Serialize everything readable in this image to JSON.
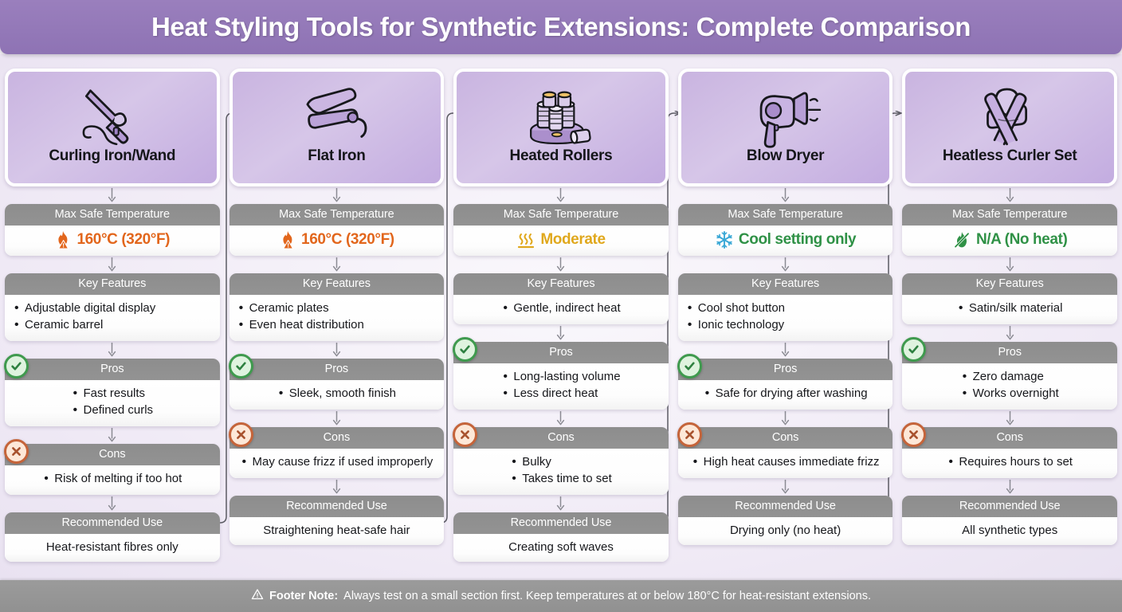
{
  "header": {
    "title": "Heat Styling Tools for Synthetic Extensions: Complete Comparison",
    "accent_color": "#8e73b4"
  },
  "section_labels": {
    "temperature": "Max Safe Temperature",
    "features": "Key Features",
    "pros": "Pros",
    "cons": "Cons",
    "recommended": "Recommended Use"
  },
  "icons": {
    "pros_badge": "check-circle-icon",
    "cons_badge": "x-circle-icon",
    "footer": "warning-triangle-icon",
    "step_arrow": "arrow-down-icon",
    "flow_arrow": "arrow-right-icon"
  },
  "columns": [
    {
      "id": "curling-iron-wand",
      "name": "Curling Iron/Wand",
      "icon": "curling-iron-icon",
      "temperature": {
        "icon": "fire-warning-icon",
        "value": "160°C (320°F)",
        "color": "#e2661c"
      },
      "features": [
        "Adjustable digital display",
        "Ceramic barrel"
      ],
      "pros": [
        "Fast results",
        "Defined curls"
      ],
      "cons": [
        "Risk of melting if too hot"
      ],
      "recommended": "Heat-resistant fibres only"
    },
    {
      "id": "flat-iron",
      "name": "Flat Iron",
      "icon": "flat-iron-icon",
      "temperature": {
        "icon": "fire-warning-icon",
        "value": "160°C (320°F)",
        "color": "#e2661c"
      },
      "features": [
        "Ceramic plates",
        "Even heat distribution"
      ],
      "pros": [
        "Sleek, smooth finish"
      ],
      "cons": [
        "May cause frizz if used improperly"
      ],
      "recommended": "Straightening heat-safe hair"
    },
    {
      "id": "heated-rollers",
      "name": "Heated Rollers",
      "icon": "heated-rollers-icon",
      "temperature": {
        "icon": "heat-waves-icon",
        "value": "Moderate",
        "color": "#e0a81d"
      },
      "features": [
        "Gentle, indirect heat"
      ],
      "pros": [
        "Long-lasting volume",
        "Less direct heat"
      ],
      "cons": [
        "Bulky",
        "Takes time to set"
      ],
      "recommended": "Creating soft waves"
    },
    {
      "id": "blow-dryer",
      "name": "Blow Dryer",
      "icon": "blow-dryer-icon",
      "temperature": {
        "icon": "snowflake-icon",
        "value": "Cool setting only",
        "color": "#2f9146"
      },
      "features": [
        "Cool shot button",
        "Ionic technology"
      ],
      "pros": [
        "Safe for drying after washing"
      ],
      "cons": [
        "High heat causes immediate frizz"
      ],
      "recommended": "Drying only (no heat)"
    },
    {
      "id": "heatless-curler-set",
      "name": "Heatless Curler Set",
      "icon": "heatless-curler-icon",
      "temperature": {
        "icon": "no-fire-icon",
        "value": "N/A (No heat)",
        "color": "#2f9146"
      },
      "features": [
        "Satin/silk material"
      ],
      "pros": [
        "Zero damage",
        "Works overnight"
      ],
      "cons": [
        "Requires hours to set"
      ],
      "recommended": "All synthetic types"
    }
  ],
  "footer": {
    "label": "Footer Note:",
    "text": "Always test on a small section first. Keep temperatures at or below 180°C for heat-resistant extensions."
  }
}
